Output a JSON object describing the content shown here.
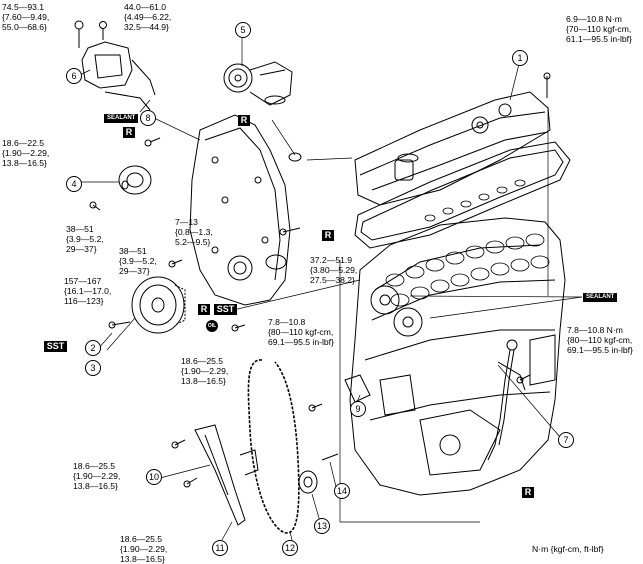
{
  "specs": {
    "s1": [
      "74.5—93.1",
      "{7.60—9.49,",
      "55.0—68.6}"
    ],
    "s2": [
      "44.0—61.0",
      "{4.49—6.22,",
      "32.5—44.9}"
    ],
    "s3": [
      "6.9—10.8 N·m",
      "{70—110 kgf-cm,",
      "61.1—95.5 in-lbf}"
    ],
    "s4": [
      "18.6—22.5",
      "{1.90—2.29,",
      "13.8—16.5}"
    ],
    "s5": [
      "38—51",
      "{3.9—5.2,",
      "29—37}"
    ],
    "s6": [
      "7—13",
      "{0.8—1.3,",
      "5.2—9.5}"
    ],
    "s7": [
      "38—51",
      "{3.9—5.2,",
      "29—37}"
    ],
    "s8": [
      "37.2—51.9",
      "{3.80—5.29,",
      "27.5—38.2}"
    ],
    "s9": [
      "157—167",
      "{16.1—17.0,",
      "116—123}"
    ],
    "s10": [
      "7.8—10.8",
      "{80—110 kgf-cm,",
      "69.1—95.5 in-lbf}"
    ],
    "s11": [
      "7.8—10.8 N·m",
      "{80—110 kgf-cm,",
      "69.1—95.5 in-lbf}"
    ],
    "s12": [
      "18.6—25.5",
      "{1.90—2.29,",
      "13.8—16.5}"
    ],
    "s13": [
      "18.6—25.5",
      "{1.90—2.29,",
      "13.8—16.5}"
    ],
    "s14": [
      "18.6—25.5",
      "{1.90—2.29,",
      "13.8—16.5}"
    ]
  },
  "callouts": {
    "c1": "1",
    "c2": "2",
    "c3": "3",
    "c4": "4",
    "c5": "5",
    "c6": "6",
    "c7": "7",
    "c8": "8",
    "c9": "9",
    "c10": "10",
    "c11": "11",
    "c12": "12",
    "c13": "13",
    "c14": "14"
  },
  "badges": {
    "r": "R",
    "sst": "SST",
    "sealant": "SEALANT",
    "oil": "OIL"
  },
  "units": "N·m {kgf-cm, ft-lbf}"
}
